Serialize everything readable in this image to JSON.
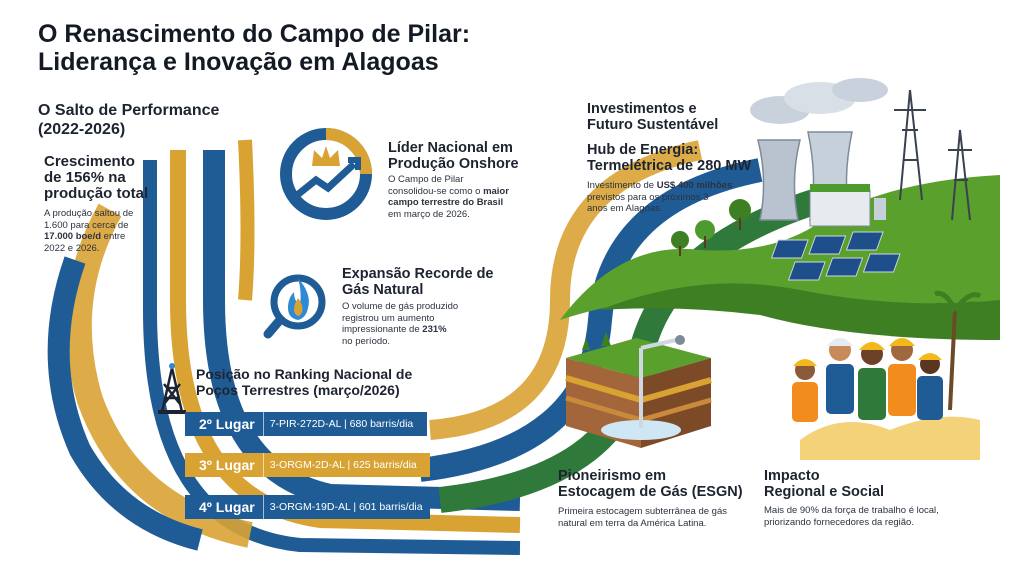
{
  "title_line1": "O Renascimento do Campo de Pilar:",
  "title_line2": "Liderança e Inovação em Alagoas",
  "performance": {
    "heading_line1": "O Salto de Performance",
    "heading_line2": "(2022-2026)",
    "growth_line1": "Crescimento",
    "growth_line2": "de 156% na",
    "growth_line3": "produção total",
    "desc_a": "A produção saltou de",
    "desc_b": "1.600 para cerca de",
    "desc_c_bold": "17.000 boe/d",
    "desc_c_rest": " entre",
    "desc_d": "2022 e 2026."
  },
  "leader": {
    "heading_line1": "Líder Nacional em",
    "heading_line2": "Produção Onshore",
    "desc_a": "O Campo de Pilar",
    "desc_b_plain": "consolidou-se como o ",
    "desc_b_bold": "maior",
    "desc_c_bold": "campo terrestre do Brasil",
    "desc_d": "em março de 2026."
  },
  "gas": {
    "heading_line1": "Expansão Recorde de",
    "heading_line2": "Gás Natural",
    "desc_a": "O volume de gás produzido",
    "desc_b": "registrou um aumento",
    "desc_c_plain": "impressionante de ",
    "desc_c_bold": "231%",
    "desc_d": "no período."
  },
  "ranking": {
    "heading_line1": "Posição no Ranking Nacional de",
    "heading_line2": "Poços Terrestres (março/2026)",
    "items": [
      {
        "position": "2º Lugar",
        "info": "7-PIR-272D-AL | 680 barris/dia",
        "color": "#1f5c96"
      },
      {
        "position": "3º Lugar",
        "info": "3-ORGM-2D-AL | 625 barris/dia",
        "color": "#d9a334"
      },
      {
        "position": "4º Lugar",
        "info": "3-ORGM-19D-AL | 601 barris/dia",
        "color": "#1f5c96"
      }
    ]
  },
  "investments": {
    "heading_line1": "Investimentos e",
    "heading_line2": "Futuro Sustentável",
    "hub_line1": "Hub de Energia:",
    "hub_line2": "Termelétrica de 280 MW",
    "desc_a_plain": "Investimento de ",
    "desc_a_bold": "US$ 400 milhões",
    "desc_b": "previstos para os próximos 3",
    "desc_c": "anos em Alagoas."
  },
  "esgn": {
    "heading_line1": "Pioneirismo em",
    "heading_line2": "Estocagem de Gás (ESGN)",
    "desc_a": "Primeira estocagem subterrânea de gás",
    "desc_b": "natural em terra da América Latina."
  },
  "impact": {
    "heading_line1": "Impacto",
    "heading_line2": "Regional e Social",
    "desc_a": "Mais de 90% da força de trabalho é local,",
    "desc_b": "priorizando fornecedores da região."
  },
  "colors": {
    "navy": "#1f5c96",
    "gold": "#d9a334",
    "green": "#5aa02c",
    "dark_text": "#1d2430"
  },
  "icons": [
    "crown-chart-icon",
    "gas-flame-icon",
    "oil-derrick-icon"
  ]
}
